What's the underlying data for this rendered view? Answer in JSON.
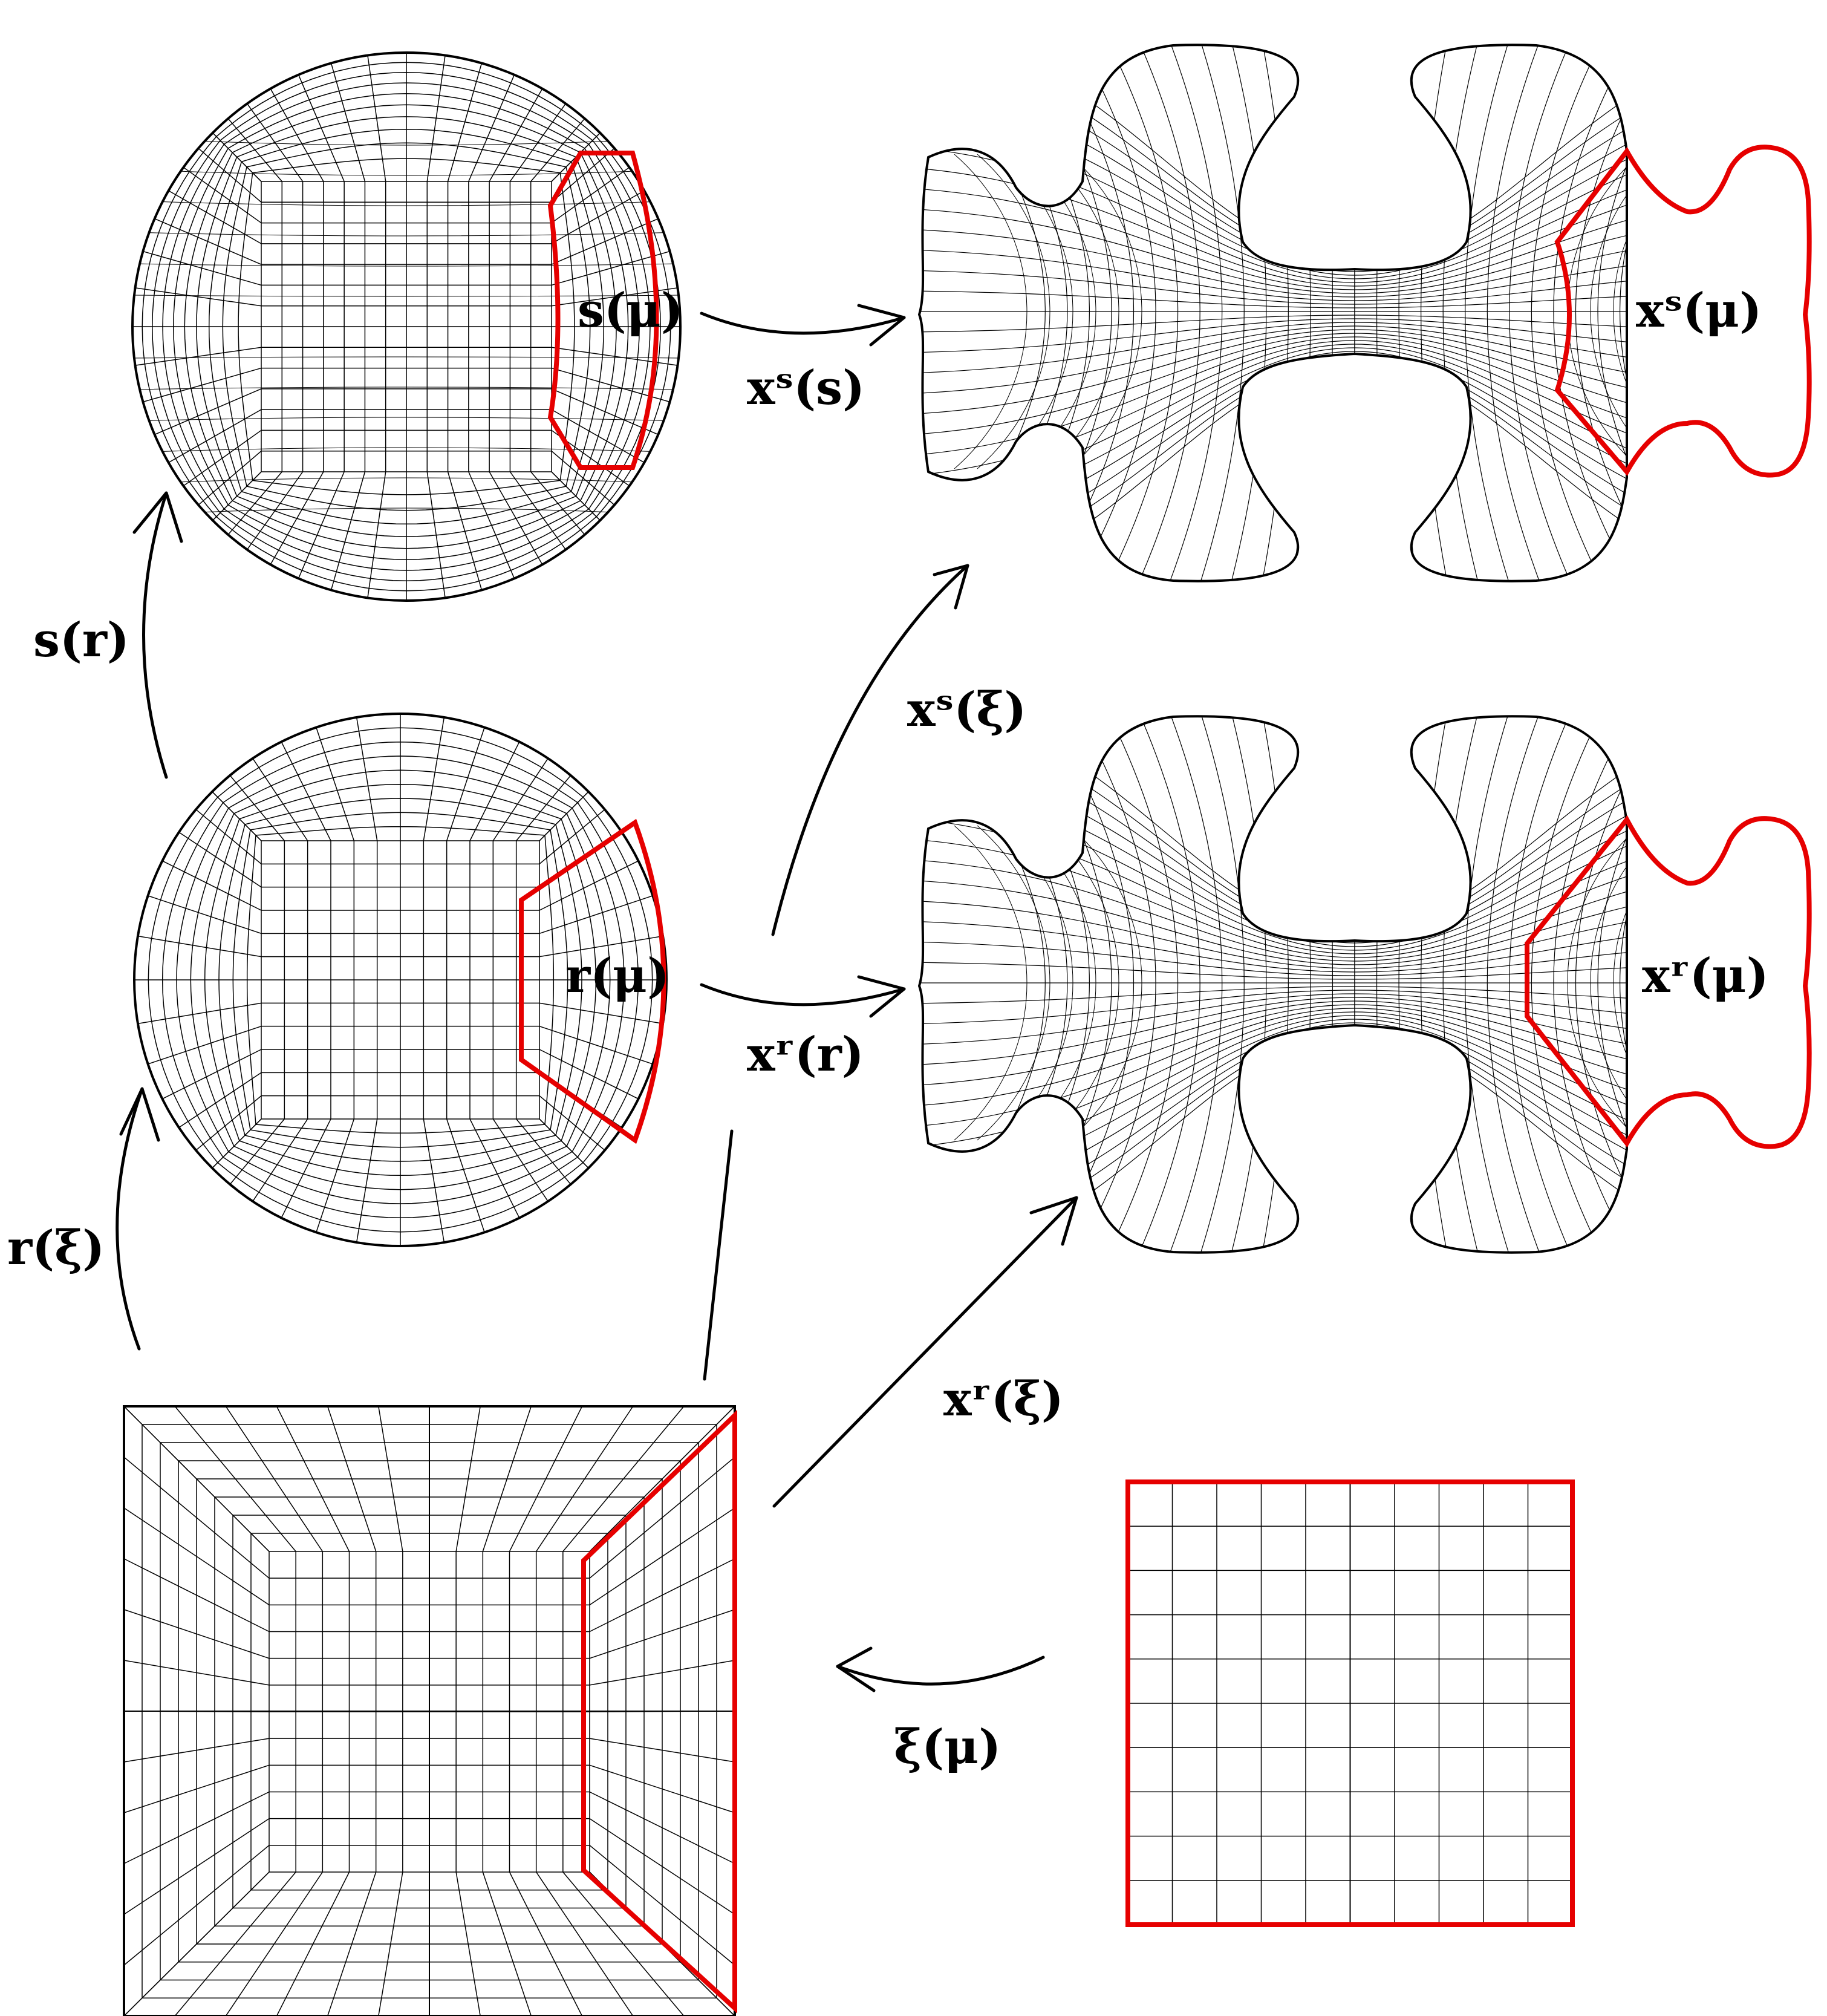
{
  "colors": {
    "mesh": "#000000",
    "highlight": "#e60000",
    "background": "#ffffff"
  },
  "labels": {
    "s_r": "s(r)",
    "r_xi": "r(ξ)",
    "s_mu": "s(μ)",
    "r_mu": "r(μ)",
    "xs_s": "xˢ(s)",
    "xs_xi": "xˢ(ξ)",
    "xr_r": "xʳ(r)",
    "xr_xi": "xʳ(ξ)",
    "xs_mu": "xˢ(μ)",
    "xr_mu": "xʳ(μ)",
    "xi_mu": "ξ(μ)"
  }
}
